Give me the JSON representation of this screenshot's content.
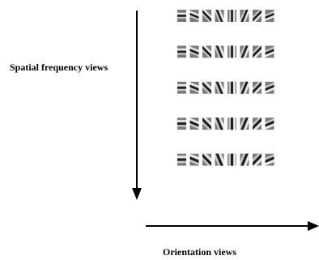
{
  "labels": {
    "spatial": "Spatial frequency views",
    "orientation": "Orientation views"
  },
  "grid": {
    "rows": 5,
    "cols": 8,
    "orientations_deg": [
      90,
      67.5,
      45,
      22.5,
      0,
      -22.5,
      -45,
      -67.5
    ],
    "background": "#7a7a7a"
  }
}
